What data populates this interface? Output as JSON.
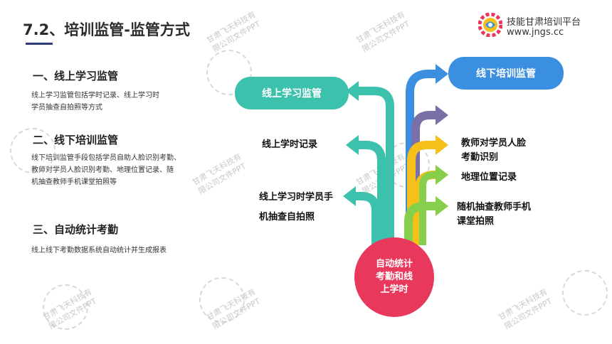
{
  "header": {
    "title": "7.2、培训监管-监管方式",
    "brand_name": "技能甘肃培训平台",
    "brand_url": "www.jngs.cc"
  },
  "watermark": {
    "line1": "甘肃飞天科技有",
    "line2": "限公司文件PPT"
  },
  "sections": [
    {
      "heading": "一、线上学习监管",
      "body": "线上学习监管包括学时记录、线上学习时\n学员抽查自拍照等方式"
    },
    {
      "heading": "二、线下培训监管",
      "body": "线下培训监管手段包括学员自助人脸识别考勤、\n教师对学员人脸识别考勤、地理位置记录、随\n机抽查教师手机课堂拍照等"
    },
    {
      "heading": "三、自动统计考勤",
      "body": "线上线下考勤数据系统自动统计并生成报表"
    }
  ],
  "diagram": {
    "online_pill": "线上学习监管",
    "offline_pill": "线下培训监管",
    "online_items": [
      "线上学时记录",
      "线上学习时学员手\n机抽查自拍照"
    ],
    "offline_items": [
      "教师对学员人脸\n考勤识别",
      "地理位置记录",
      "随机抽查教师手机\n课堂拍照"
    ],
    "center": "自动统计\n考勤和线\n上学时",
    "colors": {
      "teal": "#3cc1ad",
      "blue": "#3b8fe0",
      "purple": "#7b6fa8",
      "yellow": "#f5c01a",
      "green": "#86cf4c",
      "red": "#e8385c"
    }
  }
}
